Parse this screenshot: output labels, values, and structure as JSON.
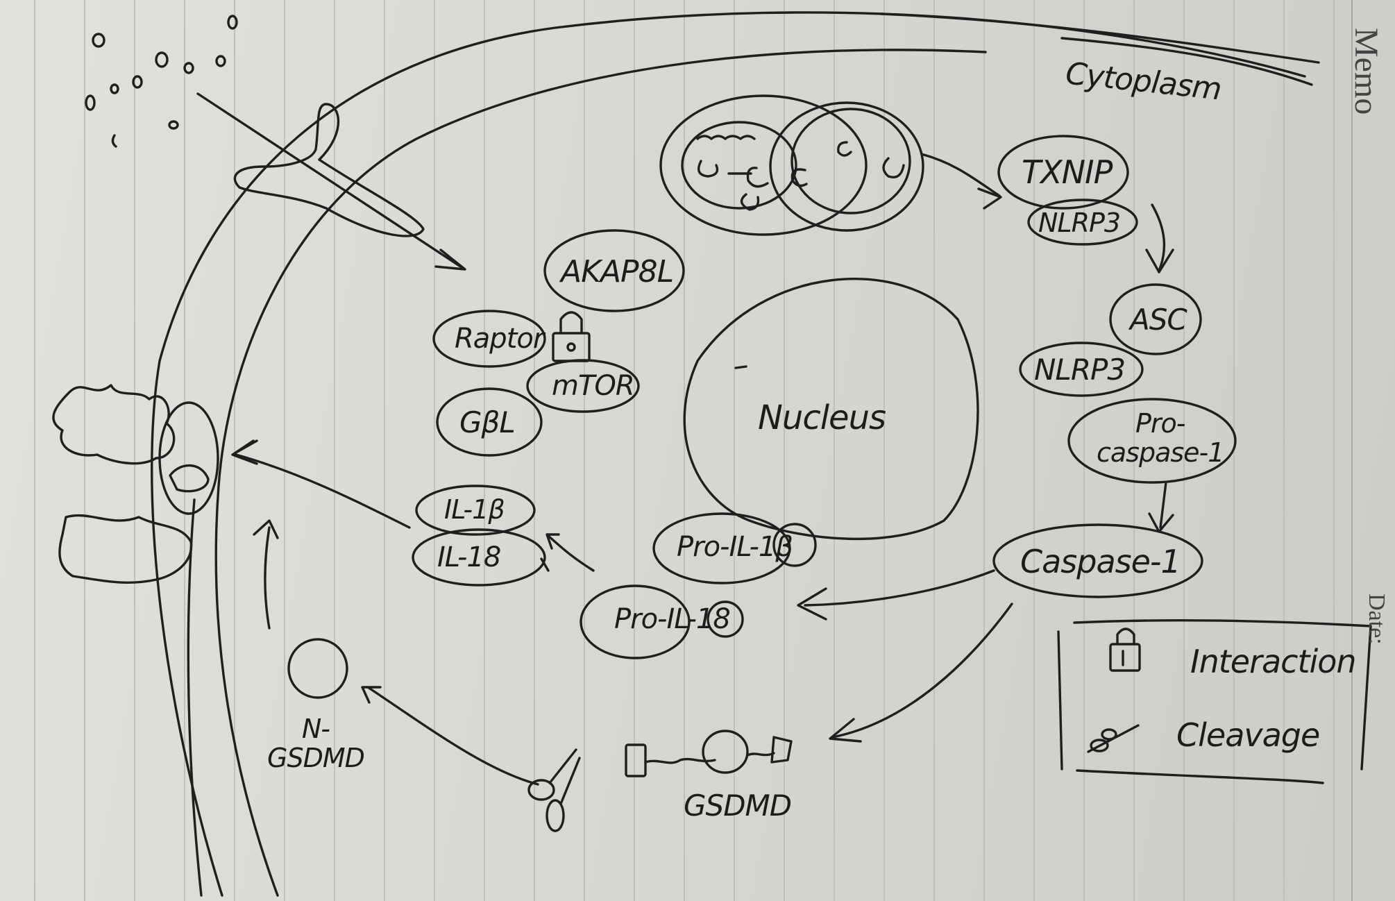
{
  "diagram": {
    "cytoplasm_label": "Cytoplasm",
    "nucleus_label": "Nucleus",
    "mtor_complex": {
      "akap8l": "AKAP8L",
      "raptor": "Raptor",
      "mtor": "mTOR",
      "gbl": "GβL"
    },
    "inflammasome": {
      "txnip": "TXNIP",
      "nlrp3_top": "NLRP3",
      "asc": "ASC",
      "nlrp3": "NLRP3",
      "procaspase": "Pro-\ncaspase-1",
      "caspase1": "Caspase-1"
    },
    "cytokines": {
      "pro_il1b": "Pro-IL-1β",
      "pro_il18": "Pro-IL-18",
      "il1b": "IL-1β",
      "il18": "IL-18"
    },
    "gsdmd": {
      "full": "GSDMD",
      "n_terminal": "N-\nGSDMD"
    },
    "legend": {
      "interaction": "Interaction",
      "cleavage": "Cleavage"
    }
  },
  "notebook": {
    "memo": "Memo",
    "date": "Date:"
  },
  "colors": {
    "ink": "#1f1f1f",
    "paper": "#dcdcd7",
    "rule_lines": "#b9b9b5"
  }
}
